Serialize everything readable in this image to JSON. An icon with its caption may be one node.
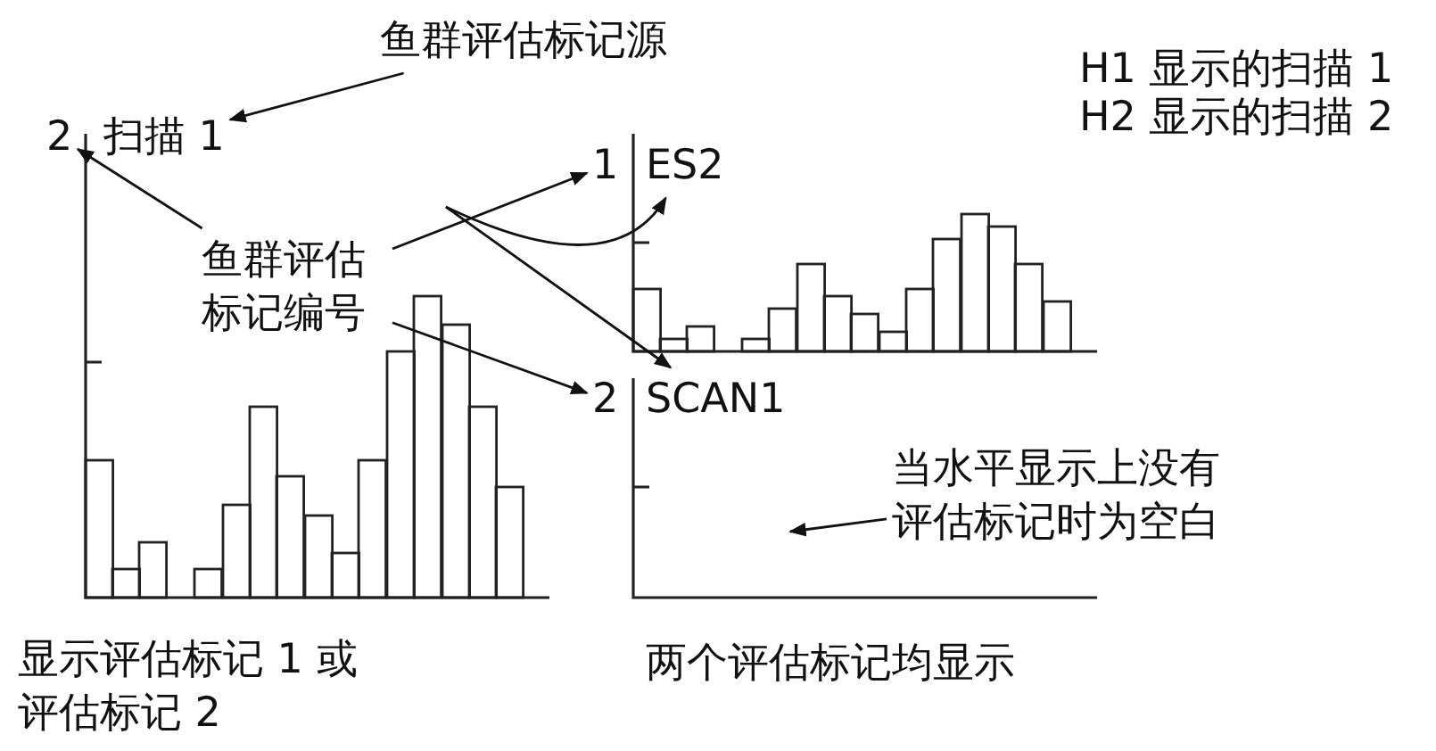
{
  "diagram": {
    "nodes": [
      {
        "text": [
          "鱼群评估标记源"
        ]
      },
      {
        "text": [
          "2"
        ]
      },
      {
        "text": [
          "扫描 1"
        ]
      },
      {
        "text": [
          "1"
        ]
      },
      {
        "text": [
          "ES2"
        ]
      },
      {
        "text": [
          "2"
        ]
      },
      {
        "text": [
          "SCAN1"
        ]
      },
      {
        "text": [
          "鱼群评估标记编号"
        ]
      },
      {
        "text": [
          "当水平显示上没有评估标记时为空白"
        ]
      }
    ],
    "edges": [
      {
        "from": 0,
        "to": 2,
        "arrow": "to"
      },
      {
        "from": 7,
        "to": 1,
        "arrow": "to"
      },
      {
        "from": 7,
        "to": 3,
        "arrow": "to"
      },
      {
        "from": 7,
        "to": 5,
        "arrow": "to"
      },
      {
        "from": null,
        "to": 4,
        "arrow": "to"
      },
      {
        "from": null,
        "to": 6,
        "arrow": "to"
      },
      {
        "from": 8,
        "to": null,
        "arrow": "to"
      }
    ],
    "labels": [
      "H1 显示的扫描 1",
      "H2 显示的扫描 2",
      "显示评估标记 1 或评估标记 2",
      "两个评估标记均显示"
    ]
  }
}
